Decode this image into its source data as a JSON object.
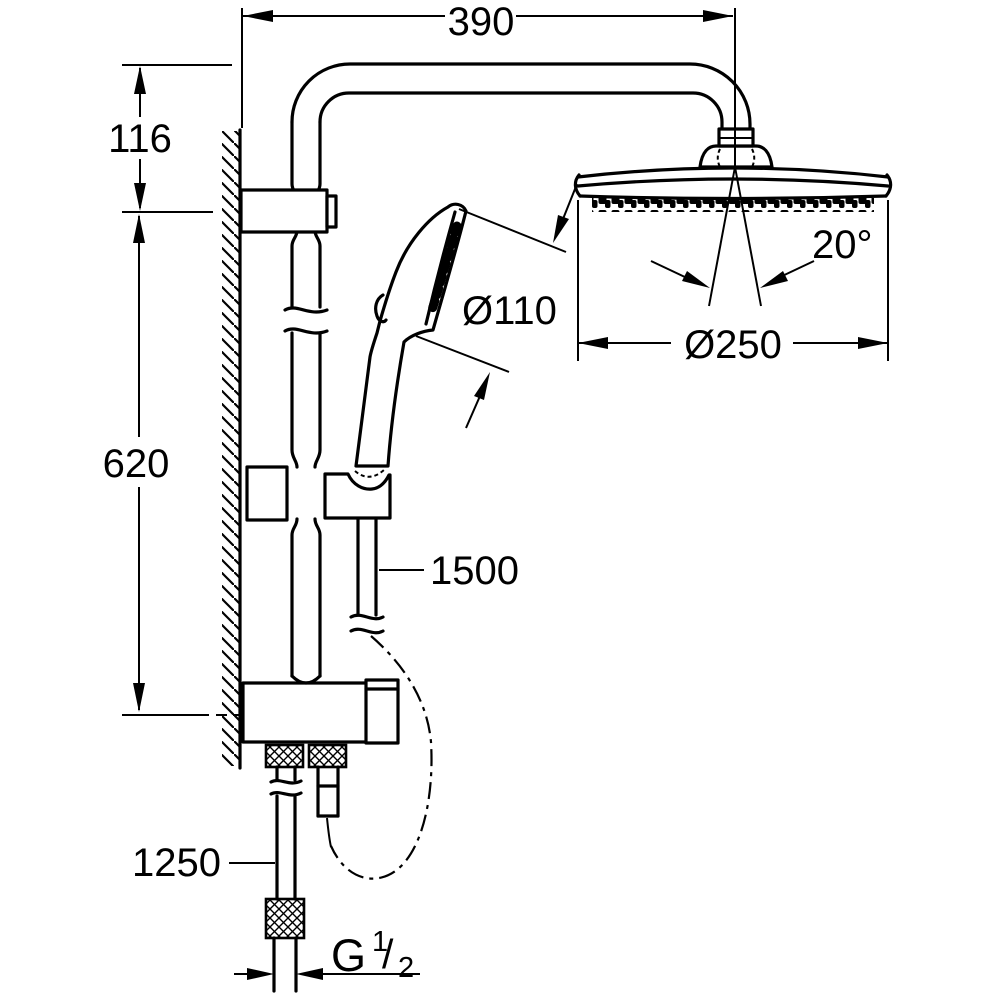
{
  "page": {
    "background": "#ffffff",
    "line_color": "#000000"
  },
  "drawing": {
    "type": "technical-dimension-drawing",
    "subject": "wall-mounted shower system with head shower, hand shower, rail and hoses",
    "dimensions": {
      "top_width": "390",
      "upper_offset": "116",
      "rail_length": "620",
      "hand_shower_diameter": "Ø110",
      "spray_angle": "20°",
      "head_shower_diameter": "Ø250",
      "shower_hose_length": "1500",
      "supply_hose_length": "1250",
      "thread_letter": "G",
      "thread_numerator": "1",
      "thread_slash": "/",
      "thread_denominator": "2"
    }
  }
}
